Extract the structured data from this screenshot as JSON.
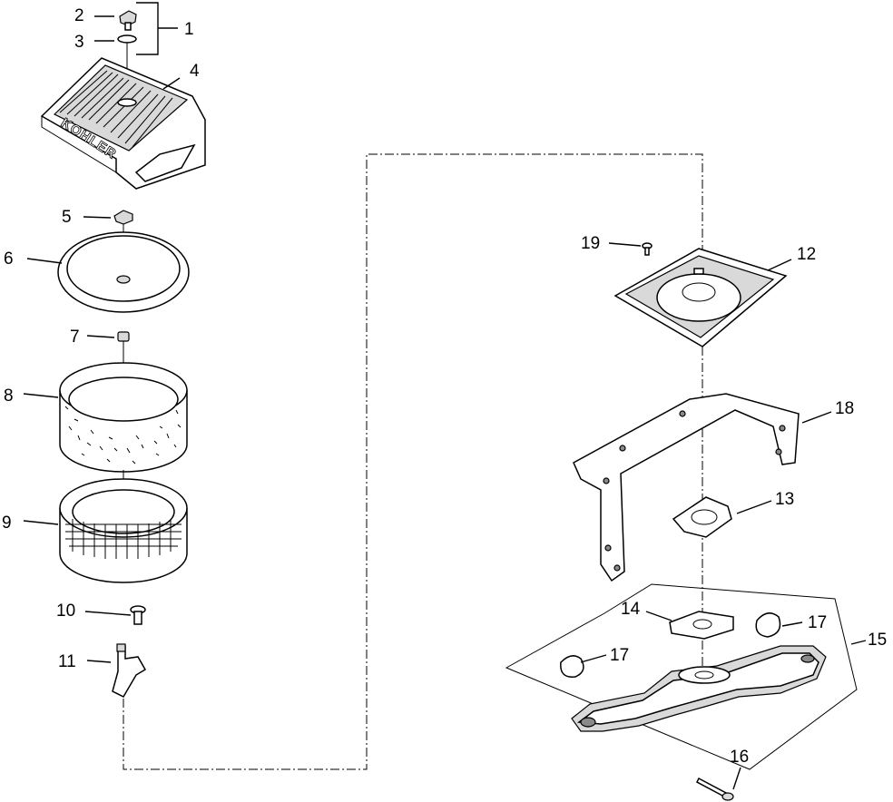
{
  "diagram": {
    "logo_text": "KOHLER",
    "callouts": [
      {
        "id": "c1",
        "label": "1"
      },
      {
        "id": "c2",
        "label": "2"
      },
      {
        "id": "c3",
        "label": "3"
      },
      {
        "id": "c4",
        "label": "4"
      },
      {
        "id": "c5",
        "label": "5"
      },
      {
        "id": "c6",
        "label": "6"
      },
      {
        "id": "c7",
        "label": "7"
      },
      {
        "id": "c8",
        "label": "8"
      },
      {
        "id": "c9",
        "label": "9"
      },
      {
        "id": "c10",
        "label": "10"
      },
      {
        "id": "c11",
        "label": "11"
      },
      {
        "id": "c12",
        "label": "12"
      },
      {
        "id": "c13",
        "label": "13"
      },
      {
        "id": "c14",
        "label": "14"
      },
      {
        "id": "c15",
        "label": "15"
      },
      {
        "id": "c16",
        "label": "16"
      },
      {
        "id": "c17a",
        "label": "17"
      },
      {
        "id": "c17b",
        "label": "17"
      },
      {
        "id": "c18",
        "label": "18"
      },
      {
        "id": "c19",
        "label": "19"
      }
    ]
  }
}
